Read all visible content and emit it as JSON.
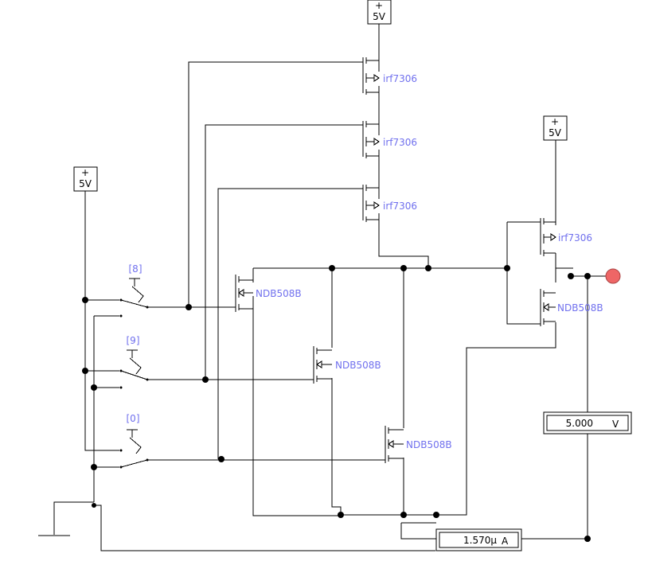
{
  "sources": {
    "top": {
      "plus": "+",
      "volts": "5V"
    },
    "left": {
      "plus": "+",
      "volts": "5V"
    },
    "right": {
      "plus": "+",
      "volts": "5V"
    }
  },
  "switches": [
    {
      "key": "[8]"
    },
    {
      "key": "[9]"
    },
    {
      "key": "[0]"
    }
  ],
  "pmos": [
    {
      "label": "irf7306"
    },
    {
      "label": "irf7306"
    },
    {
      "label": "irf7306"
    },
    {
      "label": "irf7306"
    }
  ],
  "nmos": [
    {
      "label": "NDB508B"
    },
    {
      "label": "NDB508B"
    },
    {
      "label": "NDB508B"
    },
    {
      "label": "NDB508B"
    }
  ],
  "voltmeter": {
    "value": "5.000",
    "unit": "V"
  },
  "ammeter": {
    "value": "1.570μ",
    "unit": "A"
  },
  "colors": {
    "labels": "#7070ee",
    "probe": "#ee6666",
    "wire": "#000000"
  }
}
